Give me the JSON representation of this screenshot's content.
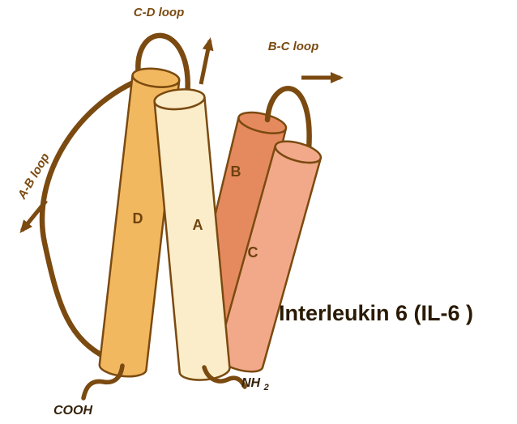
{
  "title": "Interleukin 6 (IL-6 )",
  "helices": {
    "a": {
      "label": "A",
      "color": "#FBEDCA"
    },
    "b": {
      "label": "B",
      "color": "#E58A5F"
    },
    "c": {
      "label": "C",
      "color": "#F2A98A"
    },
    "d": {
      "label": "D",
      "color": "#F2B860"
    }
  },
  "loops": {
    "ab": {
      "label": "A-B loop"
    },
    "bc": {
      "label": "B-C loop"
    },
    "cd": {
      "label": "C-D loop"
    }
  },
  "terminals": {
    "n": {
      "label": "NH",
      "sub": "2"
    },
    "c": {
      "label": "COOH"
    }
  },
  "colors": {
    "outline": "#7B4A10",
    "loop_label": "#7B4A10",
    "helix_label": "#6E420C",
    "terminal": "#33210A",
    "title": "#2A1A04",
    "background": "#FFFFFF"
  }
}
